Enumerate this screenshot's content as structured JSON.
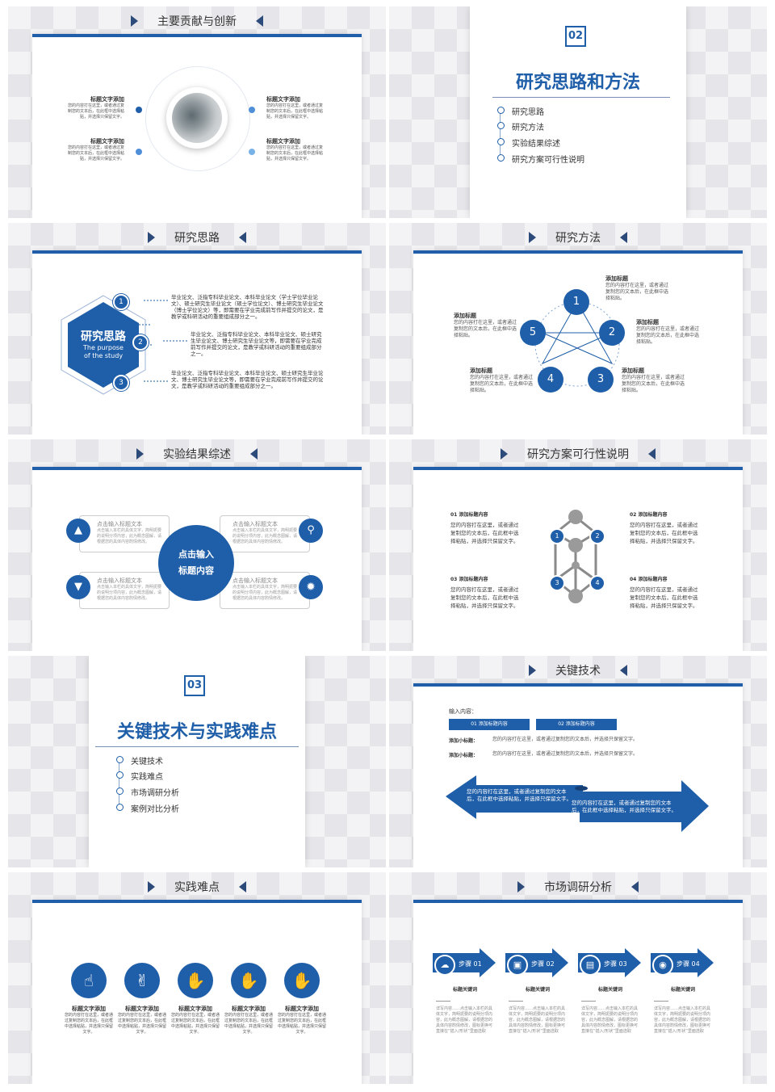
{
  "slides": {
    "s1": {
      "title": "主要贡献与创新",
      "items": [
        {
          "heading": "标题文字添加",
          "body": "您的内容打在这里，或者通过复制您的文本后，在此框中选择粘贴，并选择只保留文字。"
        },
        {
          "heading": "标题文字添加",
          "body": "您的内容打在这里，或者通过复制您的文本后，在此框中选择粘贴，并选择只保留文字。"
        },
        {
          "heading": "标题文字添加",
          "body": "您的内容打在这里，或者通过复制您的文本后，在此框中选择粘贴，并选择只保留文字。"
        },
        {
          "heading": "标题文字添加",
          "body": "您的内容打在这里，或者通过复制您的文本后，在此框中选择粘贴，并选择只保留文字。"
        }
      ]
    },
    "s2": {
      "num": "02",
      "title": "研究思路和方法",
      "bullets": [
        "研究思路",
        "研究方法",
        "实验结果综述",
        "研究方案可行性说明"
      ]
    },
    "s3": {
      "title": "研究思路",
      "hex_title": "研究思路",
      "hex_sub1": "The purpose",
      "hex_sub2": "of the study",
      "points": [
        {
          "n": "1",
          "text": "毕业论文、泛指专科毕业论文、本科毕业论文（学士学位毕业论文）、硕士研究生毕业论文（硕士学位论文）、博士研究生毕业论文（博士学位论文）等，即需要在学业完成前写作并提交的论文，是教学或科研活动的重要组成部分之一。"
        },
        {
          "n": "2",
          "text": "毕业论文、泛指专科毕业论文、本科毕业论文、硕士研究生毕业论文、博士研究生毕业论文等，即需要在学业完成前写作并提交的论文，是教学或科研活动的重要组成部分之一。"
        },
        {
          "n": "3",
          "text": "毕业论文、泛指专科毕业论文、本科毕业论文、硕士研究生毕业论文、博士研究生毕业论文等，即需要在学业完成前写作并提交的论文，是教学或科研活动的重要组成部分之一。"
        }
      ]
    },
    "s4": {
      "title": "研究方法",
      "nodes": [
        "1",
        "2",
        "3",
        "4",
        "5"
      ],
      "labels": [
        {
          "heading": "添加标题",
          "body": "您的内容打在这里，或者通过复制您的文本后，在此框中选择粘贴。"
        },
        {
          "heading": "添加标题",
          "body": "您的内容打在这里，或者通过复制您的文本后，在此框中选择粘贴。"
        },
        {
          "heading": "添加标题",
          "body": "您的内容打在这里，或者通过复制您的文本后，在此框中选择粘贴。"
        },
        {
          "heading": "添加标题",
          "body": "您的内容打在这里，或者通过复制您的文本后，在此框中选择粘贴。"
        },
        {
          "heading": "添加标题",
          "body": "您的内容打在这里，或者通过复制您的文本后，在此框中选择粘贴。"
        }
      ]
    },
    "s5": {
      "title": "实验结果综述",
      "center_line1": "点击输入",
      "center_line2": "标题内容",
      "boxes": [
        {
          "heading": "点击输入标题文本",
          "body": "点击输入本栏的具体文字，简明扼要的说明分项内容，此为概念图解，请根据您的具体内容酌情修改。"
        },
        {
          "heading": "点击输入标题文本",
          "body": "点击输入本栏的具体文字，简明扼要的说明分项内容，此为概念图解，请根据您的具体内容酌情修改。"
        },
        {
          "heading": "点击输入标题文本",
          "body": "点击输入本栏的具体文字，简明扼要的说明分项内容，此为概念图解，请根据您的具体内容酌情修改。"
        },
        {
          "heading": "点击输入标题文本",
          "body": "点击输入本栏的具体文字，简明扼要的说明分项内容，此为概念图解，请根据您的具体内容酌情修改。"
        }
      ]
    },
    "s6": {
      "title": "研究方案可行性说明",
      "items": [
        {
          "heading": "01 添加标题内容",
          "body": "您的内容打在这里，或者通过复制您的文本后，在此框中选择粘贴，并选择只保留文字。",
          "n": "1"
        },
        {
          "heading": "02 添加标题内容",
          "body": "您的内容打在这里，或者通过复制您的文本后，在此框中选择粘贴，并选择只保留文字。",
          "n": "2"
        },
        {
          "heading": "03 添加标题内容",
          "body": "您的内容打在这里，或者通过复制您的文本后，在此框中选择粘贴，并选择只保留文字。",
          "n": "3"
        },
        {
          "heading": "04 添加标题内容",
          "body": "您的内容打在这里，或者通过复制您的文本后，在此框中选择粘贴，并选择只保留文字。",
          "n": "4"
        }
      ]
    },
    "s7": {
      "num": "03",
      "title": "关键技术与实践难点",
      "bullets": [
        "关键技术",
        "实践难点",
        "市场调研分析",
        "案例对比分析"
      ]
    },
    "s8": {
      "title": "关键技术",
      "input_label": "输入内容：",
      "pill1": "01 添加标题内容",
      "pill2": "02 添加标题内容",
      "row1_label": "添加小标题：",
      "row1_text": "您的内容打在这里，或者通过复制您的文本后，并选择只保留文字。",
      "row2_label": "添加小标题：",
      "row2_text": "您的内容打在这里，或者通过复制您的文本后，并选择只保留文字。",
      "arrow_left": "您的内容打在这里，或者通过复制您的文本后，在此框中选择粘贴，并选择只保留文字。",
      "arrow_right": "您的内容打在这里，或者通过复制您的文本后，在此框中选择粘贴，并选择只保留文字。"
    },
    "s9": {
      "title": "实践难点",
      "items": [
        {
          "heading": "标题文字添加",
          "body": "您的内容打在这里，或者通过复制您的文本后，在此框中选择粘贴，并选择只保留文字。"
        },
        {
          "heading": "标题文字添加",
          "body": "您的内容打在这里，或者通过复制您的文本后，在此框中选择粘贴，并选择只保留文字。"
        },
        {
          "heading": "标题文字添加",
          "body": "您的内容打在这里，或者通过复制您的文本后，在此框中选择粘贴，并选择只保留文字。"
        },
        {
          "heading": "标题文字添加",
          "body": "您的内容打在这里，或者通过复制您的文本后，在此框中选择粘贴，并选择只保留文字。"
        },
        {
          "heading": "标题文字添加",
          "body": "您的内容打在这里，或者通过复制您的文本后，在此框中选择粘贴，并选择只保留文字。"
        }
      ]
    },
    "s10": {
      "title": "市场调研分析",
      "steps": [
        {
          "label": "步骤 01",
          "heading": "标题关键词",
          "body": "详写内容……点击输入本栏的具体文字，简明扼要的说明分项内容，此为概念图解，请根据您的具体内容酌情修改，图标更换可直接在“插入/形状”里面选取"
        },
        {
          "label": "步骤 02",
          "heading": "标题关键词",
          "body": "详写内容……点击输入本栏的具体文字，简明扼要的说明分项内容，此为概念图解，请根据您的具体内容酌情修改，图标更换可直接在“插入/形状”里面选取"
        },
        {
          "label": "步骤 03",
          "heading": "标题关键词",
          "body": "详写内容……点击输入本栏的具体文字，简明扼要的说明分项内容，此为概念图解，请根据您的具体内容酌情修改，图标更换可直接在“插入/形状”里面选取"
        },
        {
          "label": "步骤 04",
          "heading": "标题关键词",
          "body": "详写内容……点击输入本栏的具体文字，简明扼要的说明分项内容，此为概念图解，请根据您的具体内容酌情修改，图标更换可直接在“插入/形状”里面选取"
        }
      ]
    }
  }
}
